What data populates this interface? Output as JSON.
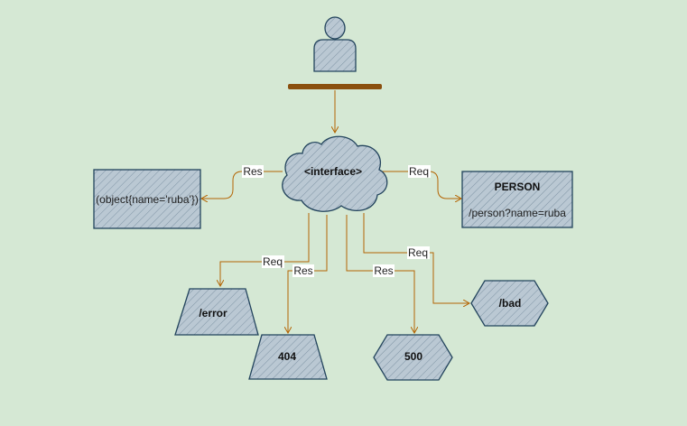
{
  "diagram": {
    "nodes": {
      "interface": "<interface>",
      "person_title": "PERSON",
      "person_query": "/person?name=ruba",
      "response": "(object{name='ruba'})",
      "error": "/error",
      "bad": "/bad",
      "n404": "404",
      "n500": "500"
    },
    "edges": {
      "to_response": "Res",
      "to_person": "Req",
      "to_error": "Req",
      "to_404": "Res",
      "to_500": "Res",
      "to_bad": "Req"
    }
  },
  "colors": {
    "background": "#d5e8d4",
    "shape_fill": "#bac8d3",
    "shape_stroke": "#23445d",
    "connector": "#b46504"
  }
}
